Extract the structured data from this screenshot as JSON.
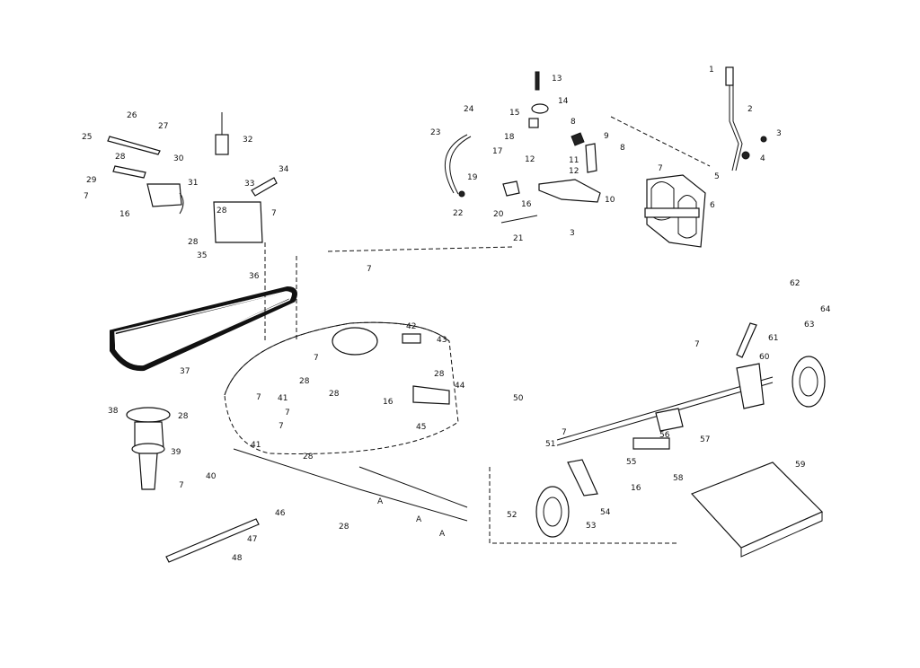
{
  "labels": {
    "l1": "1",
    "l2": "2",
    "l3a": "3",
    "l4": "4",
    "l5": "5",
    "l6": "6",
    "l7a": "7",
    "l8a": "8",
    "l8b": "8",
    "l9": "9",
    "l10": "10",
    "l11": "11",
    "l12a": "12",
    "l12b": "12",
    "l13": "13",
    "l14": "14",
    "l15": "15",
    "l16a": "16",
    "l17": "17",
    "l18": "18",
    "l19": "19",
    "l20": "20",
    "l21": "21",
    "l22": "22",
    "l23": "23",
    "l24": "24",
    "l3b": "3",
    "l25": "25",
    "l26": "26",
    "l27": "27",
    "l28a": "28",
    "l29": "29",
    "l30": "30",
    "l31": "31",
    "l7b": "7",
    "l16b": "16",
    "l32": "32",
    "l33": "33",
    "l34": "34",
    "l28b": "28",
    "l7c": "7",
    "l28c": "28",
    "l35": "35",
    "l36": "36",
    "l37": "37",
    "l7d": "7",
    "l42": "42",
    "l43": "43",
    "l7e": "7",
    "l7f": "7",
    "l41a": "41",
    "l28d": "28",
    "l7g": "7",
    "l28e": "28",
    "l16c": "16",
    "l28f": "28",
    "l44": "44",
    "l45": "45",
    "l7h": "7",
    "l41b": "41",
    "l28g": "28",
    "l38": "38",
    "l28h": "28",
    "l39": "39",
    "l7i": "7",
    "l40": "40",
    "l46": "46",
    "l28i": "28",
    "l47": "47",
    "l48": "48",
    "lA1": "A",
    "lA2": "A",
    "lA3": "A",
    "l50": "50",
    "l7j": "7",
    "l51": "51",
    "l56": "56",
    "l57": "57",
    "l55": "55",
    "l58": "58",
    "l16d": "16",
    "l52": "52",
    "l53": "53",
    "l54": "54",
    "l59": "59",
    "l60": "60",
    "l61": "61",
    "l62": "62",
    "l63": "63",
    "l64": "64",
    "l7k": "7"
  }
}
